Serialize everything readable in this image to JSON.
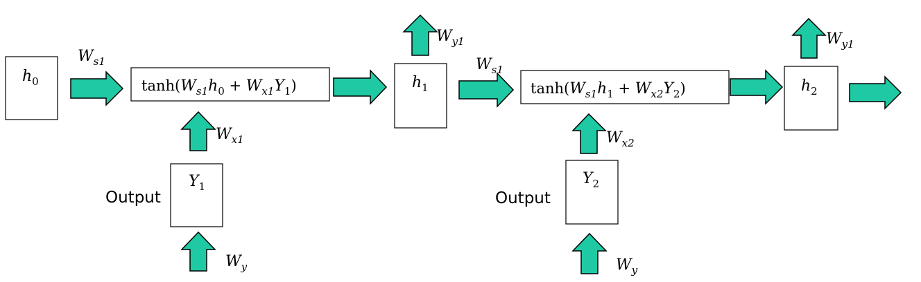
{
  "states": {
    "h0": {
      "base": "h",
      "sub": "0"
    },
    "h1": {
      "base": "h",
      "sub": "1"
    },
    "h2": {
      "base": "h",
      "sub": "2"
    }
  },
  "outputs": {
    "y1": {
      "base": "Y",
      "sub": "1",
      "label": "Output"
    },
    "y2": {
      "base": "Y",
      "sub": "2",
      "label": "Output"
    }
  },
  "formulas": {
    "f1": {
      "fn": "tanh(",
      "w1": "W",
      "w1sub": "s1",
      "h": "h",
      "hsub": "0",
      "plus": " + ",
      "w2": "W",
      "w2sub": "x1",
      "y": "Y",
      "ysub": "1",
      "close": ")"
    },
    "f2": {
      "fn": "tanh(",
      "w1": "W",
      "w1sub": "s1",
      "h": "h",
      "hsub": "1",
      "plus": " + ",
      "w2": "W",
      "w2sub": "x2",
      "y": "Y",
      "ysub": "2",
      "close": ")"
    }
  },
  "weights": {
    "ws1_a": {
      "base": "W",
      "sub": "s1"
    },
    "ws1_b": {
      "base": "W",
      "sub": "s1"
    },
    "wy1_a": {
      "base": "W",
      "sub": "y1"
    },
    "wy1_b": {
      "base": "W",
      "sub": "y1"
    },
    "wx1": {
      "base": "W",
      "sub": "x1"
    },
    "wx2": {
      "base": "W",
      "sub": "x2"
    },
    "wy_a": {
      "base": "W",
      "sub": "y"
    },
    "wy_b": {
      "base": "W",
      "sub": "y"
    }
  },
  "colors": {
    "arrow_fill": "#1fc9a4",
    "stroke": "#000000"
  }
}
